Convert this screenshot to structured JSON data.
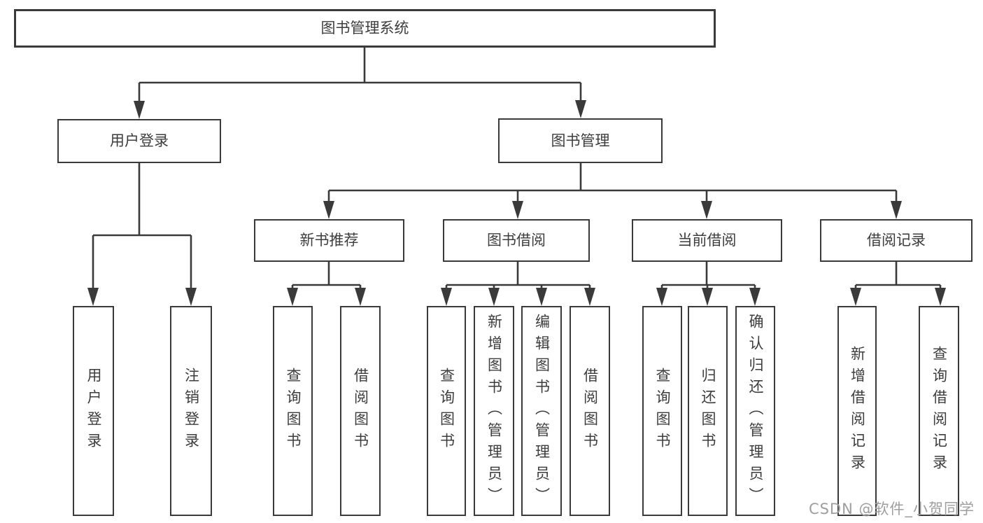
{
  "diagram": {
    "root": {
      "label": "图书管理系统"
    },
    "level2": [
      {
        "id": "user-login",
        "label": "用户登录"
      },
      {
        "id": "book-management",
        "label": "图书管理"
      }
    ],
    "level3": [
      {
        "id": "new-book-recommend",
        "label": "新书推荐"
      },
      {
        "id": "book-borrow",
        "label": "图书借阅"
      },
      {
        "id": "current-borrow",
        "label": "当前借阅"
      },
      {
        "id": "borrow-records",
        "label": "借阅记录"
      }
    ],
    "leaves": {
      "user_login": [
        {
          "label": "用户登录"
        },
        {
          "label": "注销登录"
        }
      ],
      "new_book": [
        {
          "label": "查询图书"
        },
        {
          "label": "借阅图书"
        }
      ],
      "book_borrow": [
        {
          "label": "查询图书"
        },
        {
          "label": "新增图书（管理员）"
        },
        {
          "label": "编辑图书（管理员）"
        },
        {
          "label": "借阅图书"
        }
      ],
      "current_borrow": [
        {
          "label": "查询图书"
        },
        {
          "label": "归还图书"
        },
        {
          "label": "确认归还（管理员）"
        }
      ],
      "borrow_records": [
        {
          "label": "新增借阅记录"
        },
        {
          "label": "查询借阅记录"
        }
      ]
    }
  },
  "watermark": {
    "text": "CSDN @软件_小贺同学"
  },
  "colors": {
    "line": "#3a3a3a",
    "text": "#3d3d3d",
    "watermark": "#9e9e9e",
    "background": "#ffffff"
  }
}
